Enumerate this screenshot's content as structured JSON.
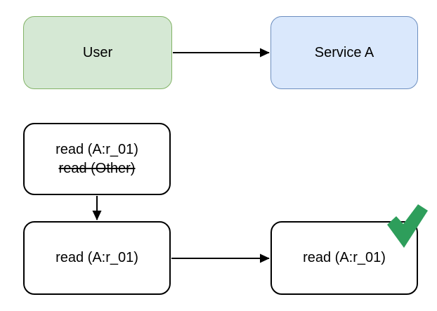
{
  "diagram": {
    "nodes": {
      "user": {
        "label": "User",
        "fill": "#d5e8d4",
        "stroke": "#82b366"
      },
      "service_a": {
        "label": "Service A",
        "fill": "#dae8fc",
        "stroke": "#6c8ebf"
      },
      "read_history": {
        "line1": "read (A:r_01)",
        "line2": "read (Other)",
        "line2_struck": true
      },
      "read_current": {
        "label": "read (A:r_01)"
      },
      "read_forwarded": {
        "label": "read (A:r_01)"
      }
    },
    "check_icon": {
      "color": "#2e9e5b"
    },
    "edge_color": "#000000",
    "edges": [
      {
        "from": "user",
        "to": "service_a"
      },
      {
        "from": "read_history",
        "to": "read_current"
      },
      {
        "from": "read_current",
        "to": "read_forwarded"
      }
    ]
  }
}
